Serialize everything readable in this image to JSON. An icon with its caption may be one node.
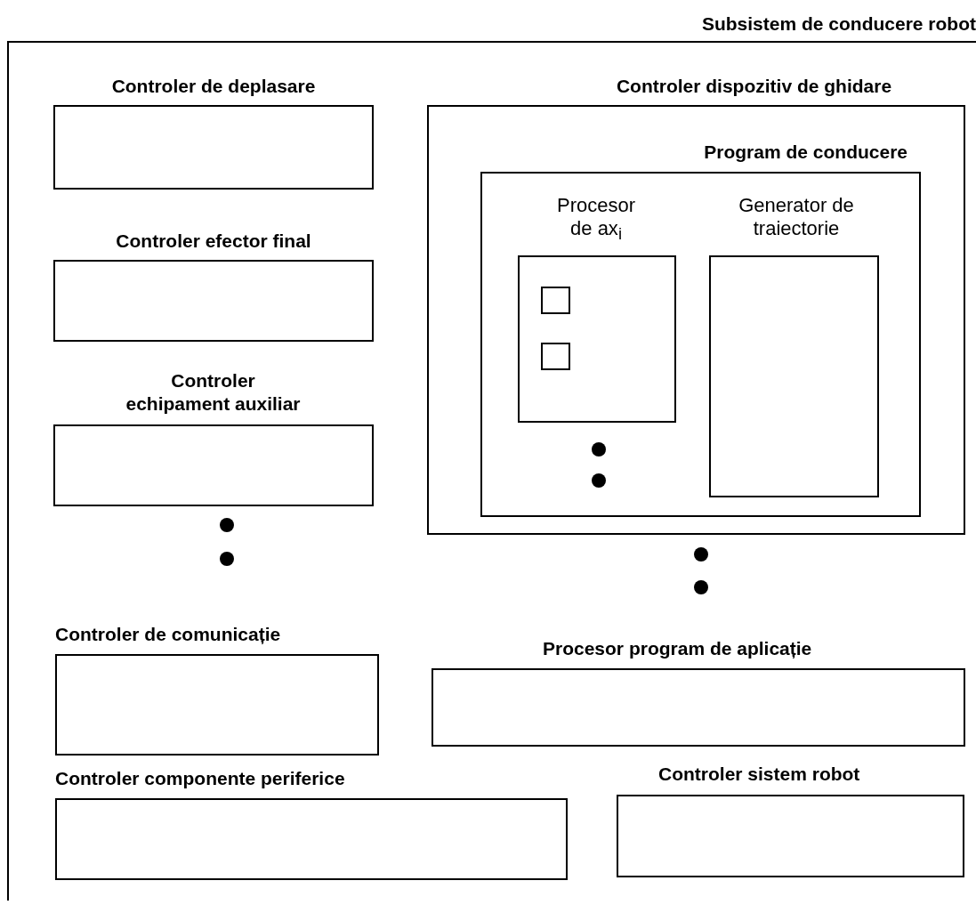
{
  "diagram": {
    "nodes": [
      {
        "text": [
          "Subsistem de conducere robot"
        ]
      },
      {
        "text": [
          "Controler de deplasare"
        ],
        "in": 0
      },
      {
        "text": [
          "Controler dispozitiv de ghidare"
        ],
        "in": 0
      },
      {
        "text": [
          "Program de conducere"
        ],
        "in": 2
      },
      {
        "text": [
          "Procesor de ax$_{i}$"
        ],
        "in": 3
      },
      {
        "text": [],
        "shape": "box",
        "in": 4
      },
      {
        "text": [],
        "shape": "box",
        "in": 4
      },
      {
        "text": [
          "Generator de traiectorie"
        ],
        "in": 3
      },
      {
        "text": [
          "Controler efector final"
        ],
        "in": 0
      },
      {
        "text": [
          "Controler echipament auxiliar"
        ],
        "in": 0
      },
      {
        "text": [
          "Controler de comunicație"
        ],
        "in": 0
      },
      {
        "text": [
          "Procesor program de aplicație"
        ],
        "in": 0
      },
      {
        "text": [
          "Controler componente periferice"
        ],
        "in": 0
      },
      {
        "text": [
          "Controler sistem robot"
        ],
        "in": 0
      }
    ]
  }
}
